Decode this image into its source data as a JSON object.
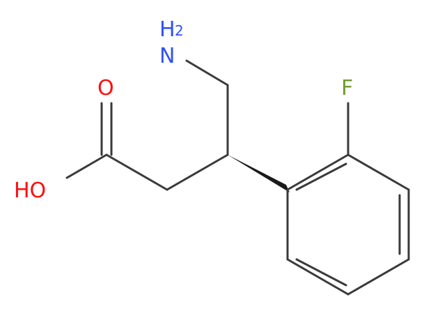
{
  "molecule": {
    "atoms": {
      "amine": {
        "symbol": "N",
        "hydrogens": "H",
        "h_count": "2",
        "color": "#3050F8"
      },
      "carbonyl_oxygen": {
        "symbol": "O",
        "color": "#FF0D0D"
      },
      "hydroxyl": {
        "label": "HO",
        "color": "#FF0D0D"
      },
      "fluorine": {
        "symbol": "F",
        "color": "#6E9E2B"
      }
    },
    "bond_color": "#3a3a3a"
  }
}
